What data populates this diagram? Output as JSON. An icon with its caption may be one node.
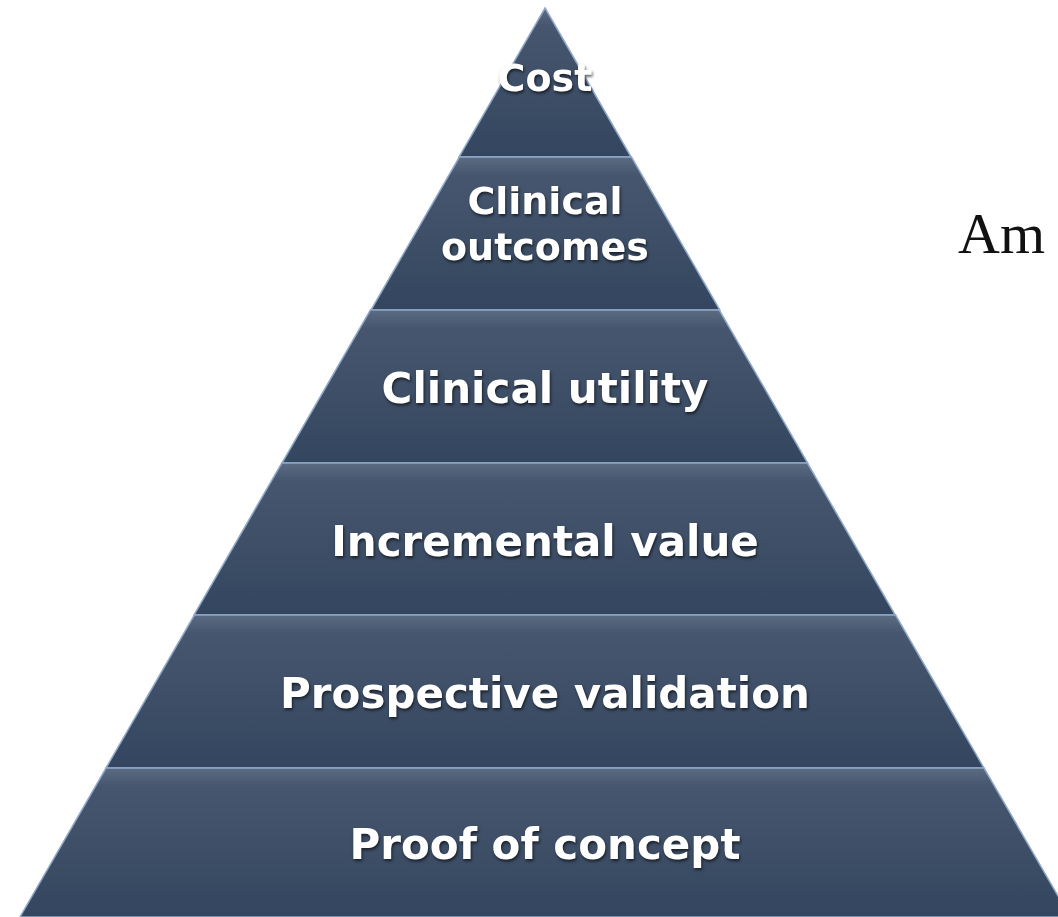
{
  "diagram": {
    "nodes": [
      {
        "text": [
          "Cost"
        ]
      },
      {
        "text": [
          "Clinical outcomes"
        ]
      },
      {
        "text": [
          "Clinical utility"
        ]
      },
      {
        "text": [
          "Incremental value"
        ]
      },
      {
        "text": [
          "Prospective validation"
        ]
      },
      {
        "text": [
          "Proof of concept"
        ]
      }
    ],
    "labels": [
      "Am"
    ]
  }
}
